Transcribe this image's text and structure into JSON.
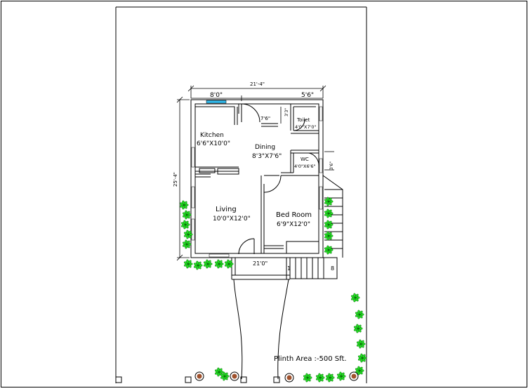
{
  "plan": {
    "overall_width": "21'-4\"",
    "overall_depth": "25'-4\"",
    "segment_left_width": "8'0\"",
    "segment_right_width": "5'6\"",
    "bottom_dimension": "21'0\"",
    "side_dimension": "3'6\"",
    "small_dimension_1": "7'6\"",
    "small_dimension_2": "3'3\"",
    "plinth_area": "Plinth Area :-500 Sft."
  },
  "rooms": {
    "kitchen": {
      "name": "Kitchen",
      "size": "6'6\"X10'0\""
    },
    "dining": {
      "name": "Dining",
      "size": "8'3\"X7'6\""
    },
    "toilet": {
      "name": "Toilet",
      "size": "4'0\"X7'0\""
    },
    "wc": {
      "name": "WC",
      "size": "4'0\"X6'6\""
    },
    "living": {
      "name": "Living",
      "size": "10'0\"X12'0\""
    },
    "bedroom": {
      "name": "Bed Room",
      "size": "6'9\"X12'0\""
    }
  },
  "stairs": {
    "first_step": "1",
    "last_step": "8"
  },
  "colors": {
    "line": "#000000",
    "plant": "#22dd22",
    "plant_dark": "#0a6a0a",
    "window": "#33bbee",
    "pot": "#a0522d"
  }
}
